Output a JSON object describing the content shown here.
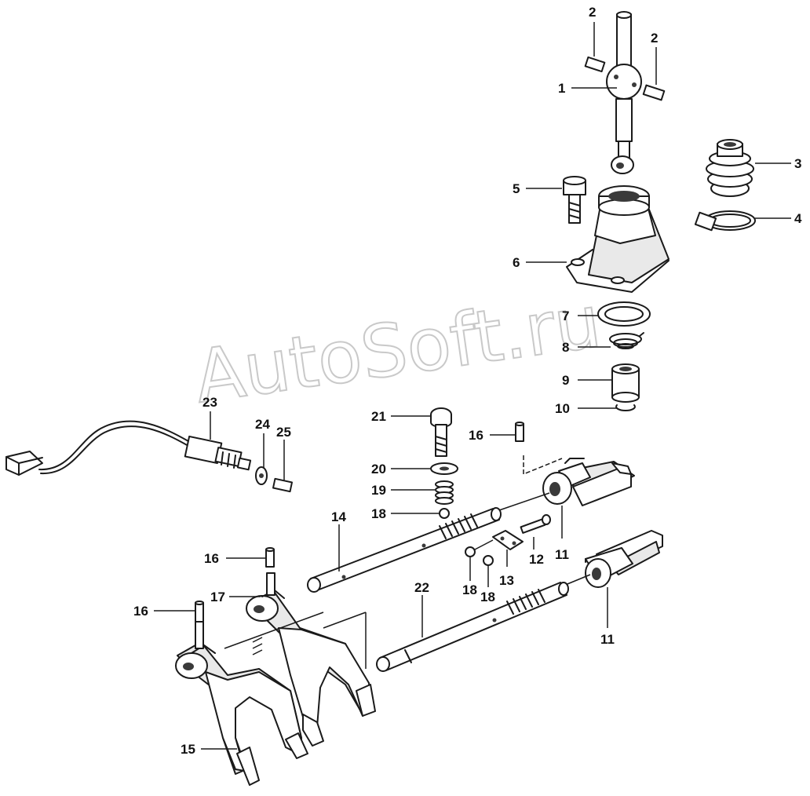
{
  "watermark": "AutoSoft.ru",
  "callouts": {
    "c1": "1",
    "c2a": "2",
    "c2b": "2",
    "c3": "3",
    "c4": "4",
    "c5": "5",
    "c6": "6",
    "c7": "7",
    "c8": "8",
    "c9": "9",
    "c10": "10",
    "c11a": "11",
    "c11b": "11",
    "c12": "12",
    "c13": "13",
    "c14": "14",
    "c15": "15",
    "c16a": "16",
    "c16b": "16",
    "c16c": "16",
    "c17": "17",
    "c18a": "18",
    "c18b": "18",
    "c18c": "18",
    "c19": "19",
    "c20": "20",
    "c21": "21",
    "c22": "22",
    "c23": "23",
    "c24": "24",
    "c25": "25"
  }
}
